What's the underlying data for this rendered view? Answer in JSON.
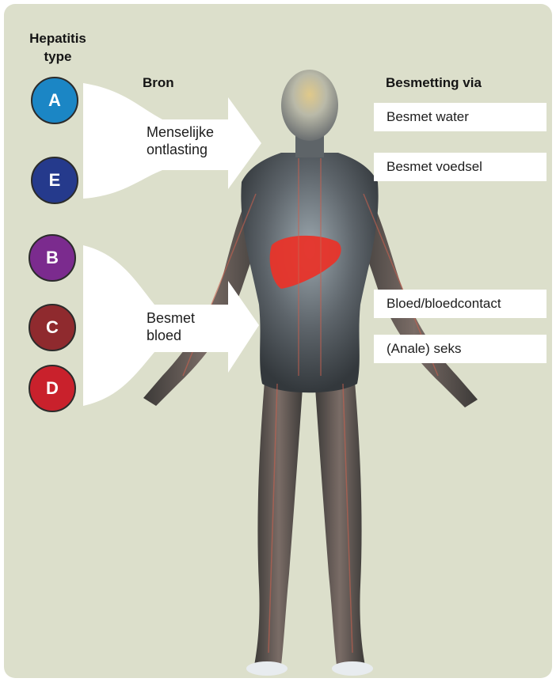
{
  "headers": {
    "type": "Hepatitis type",
    "source": "Bron",
    "transmission": "Besmetting via"
  },
  "groups": [
    {
      "source": "Menselijke ontlasting",
      "types": [
        {
          "letter": "A",
          "color": "#1b86c5"
        },
        {
          "letter": "E",
          "color": "#253a8c"
        }
      ],
      "transmission": [
        "Besmet water",
        "Besmet voedsel"
      ]
    },
    {
      "source": "Besmet bloed",
      "types": [
        {
          "letter": "B",
          "color": "#7b2b8e"
        },
        {
          "letter": "C",
          "color": "#8f2a2e"
        },
        {
          "letter": "D",
          "color": "#c9212c"
        }
      ],
      "transmission": [
        "Bloed/bloedcontact",
        "(Anale) seks"
      ]
    }
  ],
  "colors": {
    "panel_background": "#dcdfcb",
    "arrow_fill": "#ffffff",
    "liver": "#e8342a"
  },
  "figure": "human-anatomy-figure"
}
